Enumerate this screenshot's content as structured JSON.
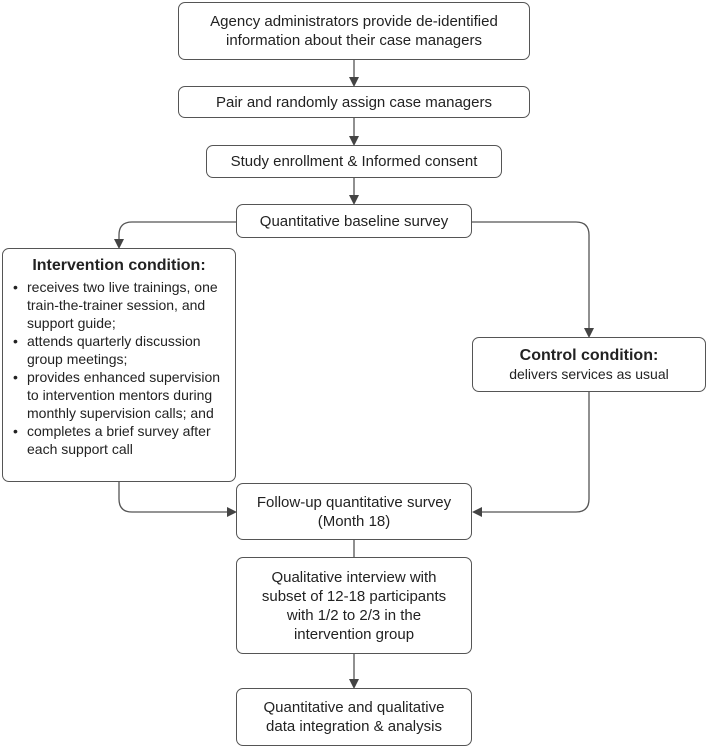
{
  "boxes": {
    "agency": [
      "Agency administrators provide de-identified",
      "information about their case managers"
    ],
    "pair": "Pair and randomly assign case managers",
    "enroll": "Study enrollment & Informed consent",
    "baseline": "Quantitative baseline survey",
    "intervention": {
      "title": "Intervention condition:",
      "items": [
        "receives two live trainings, one train-the-trainer session, and support guide;",
        "attends quarterly discussion group meetings;",
        "provides enhanced supervision to intervention mentors during monthly supervision calls; and",
        "completes a brief survey after each support call"
      ]
    },
    "control": {
      "title": "Control condition:",
      "text": "delivers services as usual"
    },
    "followup": [
      "Follow-up quantitative survey",
      "(Month 18)"
    ],
    "qualitative": [
      "Qualitative interview with",
      "subset of 12-18 participants",
      "with 1/2 to 2/3 in the",
      "intervention group"
    ],
    "integration": [
      "Quantitative and qualitative",
      "data integration & analysis"
    ]
  }
}
